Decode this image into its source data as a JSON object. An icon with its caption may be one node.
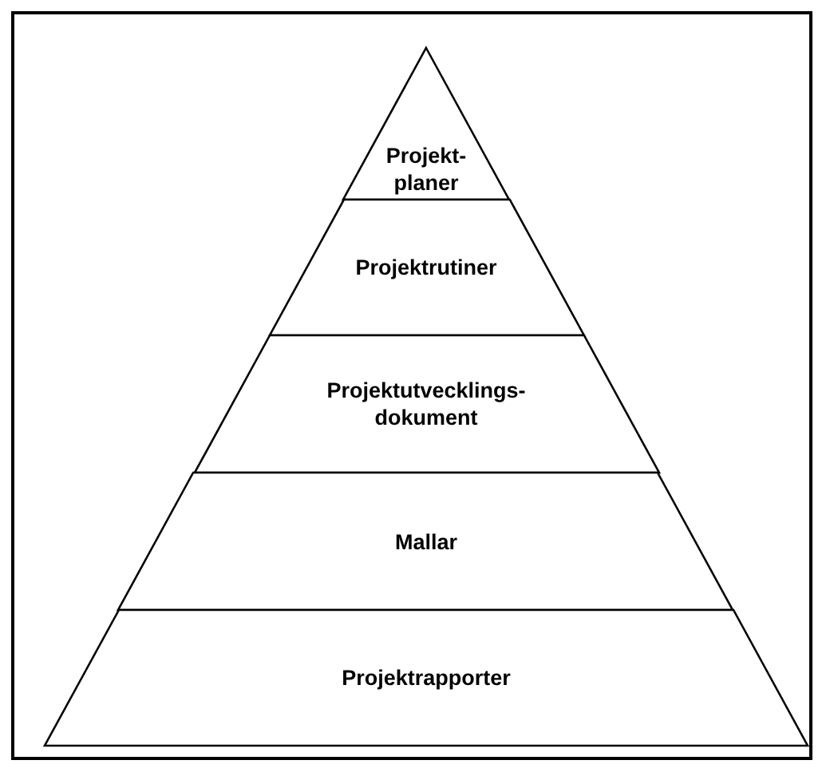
{
  "diagram": {
    "nodes": [
      {
        "text": [
          "Projekt-planer"
        ]
      },
      {
        "text": [
          "Projektrutiner"
        ]
      },
      {
        "text": [
          "Projektutvecklings-dokument"
        ]
      },
      {
        "text": [
          "Mallar"
        ]
      },
      {
        "text": [
          "Projektrapporter"
        ]
      }
    ]
  }
}
